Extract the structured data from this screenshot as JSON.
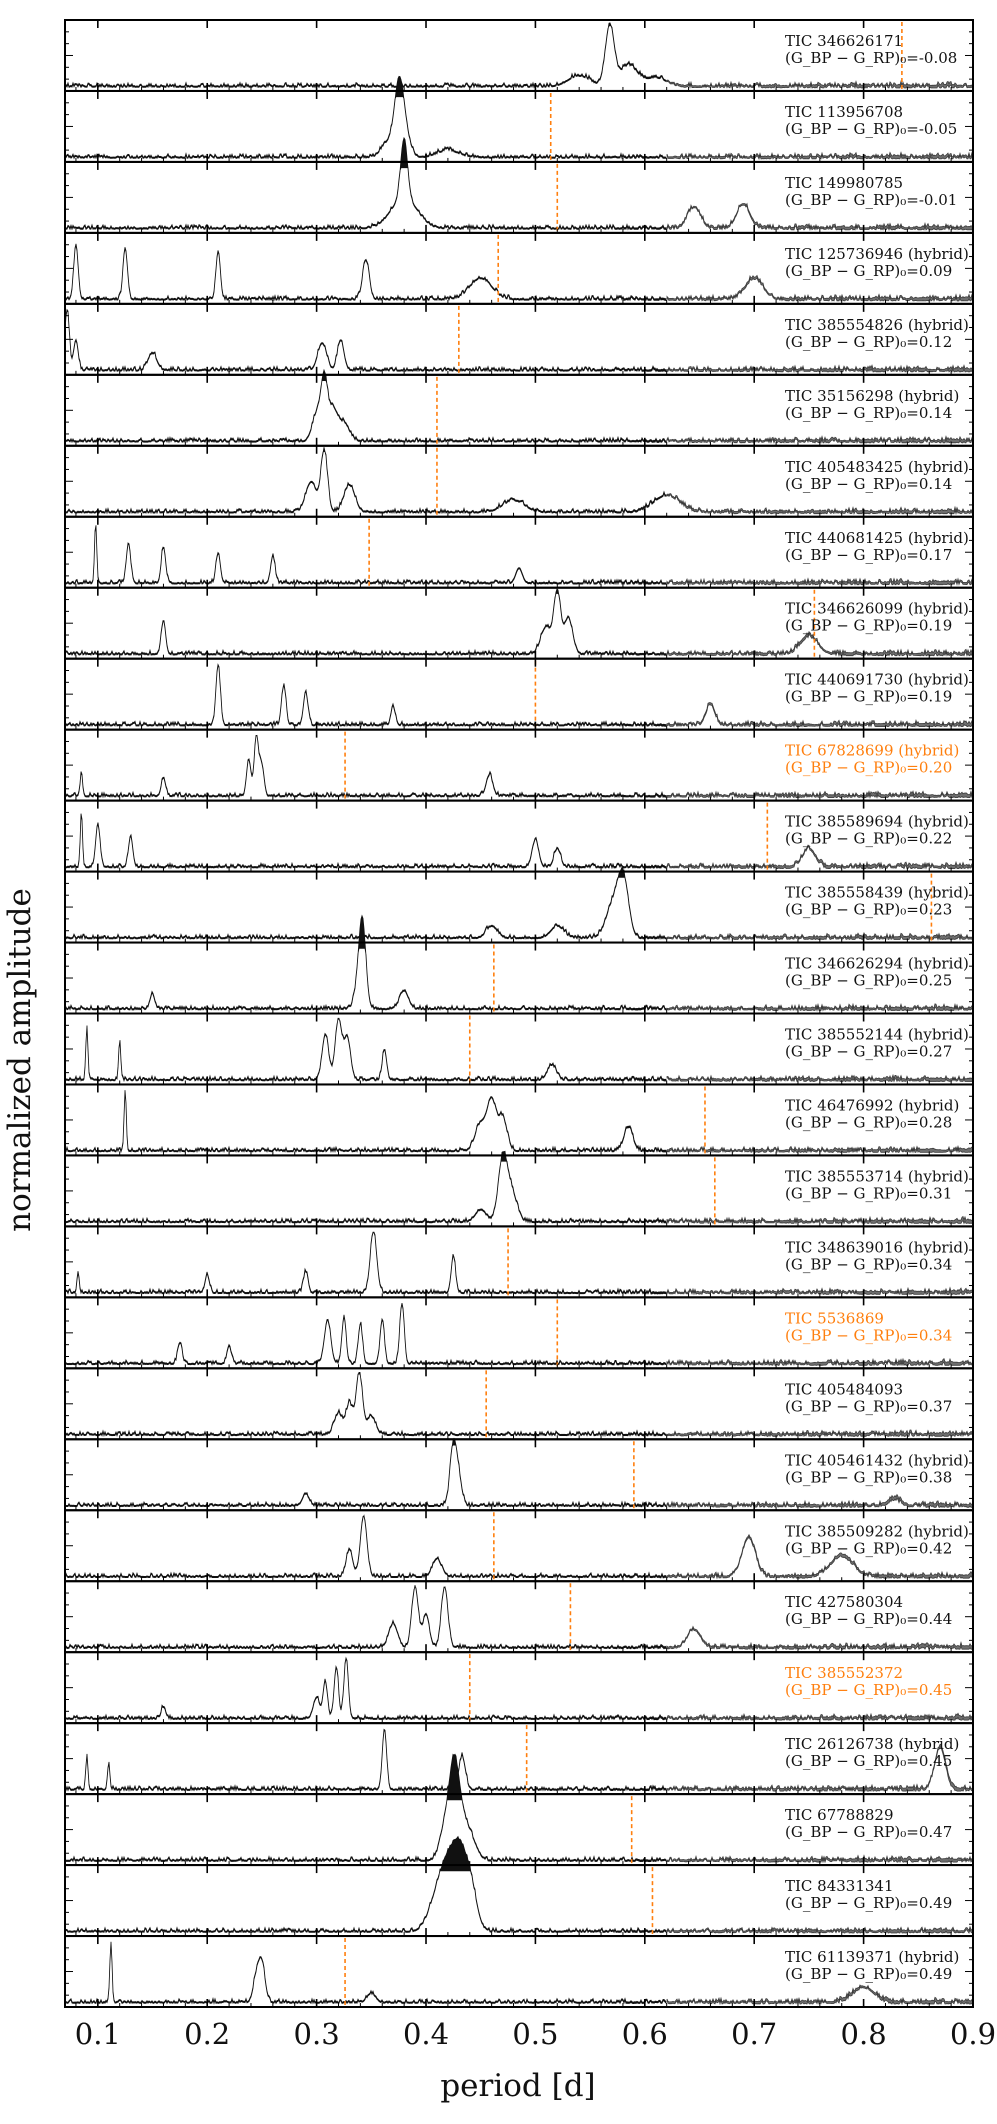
{
  "chart_data": {
    "type": "line",
    "xlabel": "period [d]",
    "ylabel": "normalized amplitude",
    "xlim": [
      0.07,
      0.9
    ],
    "x_ticks": [
      "0.1",
      "0.2",
      "0.3",
      "0.4",
      "0.5",
      "0.6",
      "0.7",
      "0.8",
      "0.9"
    ],
    "colors": {
      "spectrum": "#111111",
      "long_period_fade": "#6e6e6e",
      "marker": "#ff7f0e",
      "highlight_label": "#ff7f0e",
      "label": "#111111"
    },
    "panels": [
      {
        "name": "TIC 346626171",
        "color_index": "(G_BP − G_RP)₀=-0.08",
        "marker_period": 0.835,
        "highlight": false,
        "peaks": [
          [
            0.568,
            1.0,
            0.004
          ],
          [
            0.585,
            0.35,
            0.008
          ],
          [
            0.54,
            0.18,
            0.01
          ],
          [
            0.61,
            0.15,
            0.01
          ]
        ]
      },
      {
        "name": "TIC 113956708",
        "color_index": "(G_BP − G_RP)₀=-0.05",
        "marker_period": 0.514,
        "highlight": false,
        "peaks": [
          [
            0.375,
            1.0,
            0.004
          ],
          [
            0.38,
            0.45,
            0.005
          ],
          [
            0.365,
            0.25,
            0.006
          ],
          [
            0.42,
            0.12,
            0.01
          ]
        ]
      },
      {
        "name": "TIC 149980785",
        "color_index": "(G_BP − G_RP)₀=-0.01",
        "marker_period": 0.52,
        "highlight": false,
        "peaks": [
          [
            0.38,
            1.0,
            0.003
          ],
          [
            0.38,
            0.5,
            0.012
          ],
          [
            0.645,
            0.35,
            0.006
          ],
          [
            0.69,
            0.4,
            0.006
          ]
        ]
      },
      {
        "name": "TIC 125736946 (hybrid)",
        "color_index": "(G_BP − G_RP)₀=0.09",
        "marker_period": 0.466,
        "highlight": false,
        "peaks": [
          [
            0.08,
            0.9,
            0.002
          ],
          [
            0.125,
            0.85,
            0.002
          ],
          [
            0.21,
            0.8,
            0.002
          ],
          [
            0.345,
            0.65,
            0.003
          ],
          [
            0.45,
            0.35,
            0.01
          ],
          [
            0.7,
            0.35,
            0.008
          ]
        ]
      },
      {
        "name": "TIC 385554826 (hybrid)",
        "color_index": "(G_BP − G_RP)₀=0.12",
        "marker_period": 0.43,
        "highlight": false,
        "peaks": [
          [
            0.072,
            1.0,
            0.002
          ],
          [
            0.08,
            0.5,
            0.002
          ],
          [
            0.15,
            0.28,
            0.004
          ],
          [
            0.305,
            0.45,
            0.004
          ],
          [
            0.322,
            0.5,
            0.003
          ]
        ]
      },
      {
        "name": "TIC 35156298 (hybrid)",
        "color_index": "(G_BP − G_RP)₀=0.14",
        "marker_period": 0.41,
        "highlight": false,
        "peaks": [
          [
            0.307,
            1.0,
            0.003
          ],
          [
            0.3,
            0.45,
            0.004
          ],
          [
            0.315,
            0.5,
            0.004
          ],
          [
            0.325,
            0.3,
            0.005
          ]
        ]
      },
      {
        "name": "TIC 405483425 (hybrid)",
        "color_index": "(G_BP − G_RP)₀=0.14",
        "marker_period": 0.41,
        "highlight": false,
        "peaks": [
          [
            0.307,
            1.0,
            0.003
          ],
          [
            0.295,
            0.5,
            0.005
          ],
          [
            0.33,
            0.45,
            0.005
          ],
          [
            0.62,
            0.28,
            0.012
          ],
          [
            0.48,
            0.2,
            0.01
          ]
        ]
      },
      {
        "name": "TIC 440681425 (hybrid)",
        "color_index": "(G_BP − G_RP)₀=0.17",
        "marker_period": 0.348,
        "highlight": false,
        "peaks": [
          [
            0.098,
            1.0,
            0.001
          ],
          [
            0.128,
            0.65,
            0.002
          ],
          [
            0.16,
            0.6,
            0.002
          ],
          [
            0.21,
            0.5,
            0.002
          ],
          [
            0.26,
            0.45,
            0.002
          ],
          [
            0.485,
            0.25,
            0.003
          ]
        ]
      },
      {
        "name": "TIC 346626099 (hybrid)",
        "color_index": "(G_BP − G_RP)₀=0.19",
        "marker_period": 0.755,
        "highlight": false,
        "peaks": [
          [
            0.52,
            1.0,
            0.003
          ],
          [
            0.53,
            0.6,
            0.004
          ],
          [
            0.51,
            0.45,
            0.005
          ],
          [
            0.16,
            0.55,
            0.002
          ],
          [
            0.75,
            0.3,
            0.008
          ]
        ]
      },
      {
        "name": "TIC 440691730 (hybrid)",
        "color_index": "(G_BP − G_RP)₀=0.19",
        "marker_period": 0.5,
        "highlight": false,
        "peaks": [
          [
            0.21,
            1.0,
            0.002
          ],
          [
            0.27,
            0.65,
            0.002
          ],
          [
            0.29,
            0.55,
            0.002
          ],
          [
            0.37,
            0.3,
            0.002
          ],
          [
            0.66,
            0.35,
            0.004
          ]
        ]
      },
      {
        "name": "TIC 67828699 (hybrid)",
        "color_index": "(G_BP − G_RP)₀=0.20",
        "marker_period": 0.326,
        "highlight": true,
        "peaks": [
          [
            0.245,
            1.0,
            0.002
          ],
          [
            0.238,
            0.6,
            0.002
          ],
          [
            0.25,
            0.5,
            0.002
          ],
          [
            0.085,
            0.4,
            0.001
          ],
          [
            0.16,
            0.3,
            0.002
          ],
          [
            0.458,
            0.35,
            0.003
          ]
        ]
      },
      {
        "name": "TIC 385589694 (hybrid)",
        "color_index": "(G_BP − G_RP)₀=0.22",
        "marker_period": 0.712,
        "highlight": false,
        "peaks": [
          [
            0.085,
            0.9,
            0.001
          ],
          [
            0.1,
            0.7,
            0.002
          ],
          [
            0.13,
            0.5,
            0.002
          ],
          [
            0.5,
            0.45,
            0.003
          ],
          [
            0.52,
            0.3,
            0.003
          ],
          [
            0.75,
            0.3,
            0.006
          ]
        ]
      },
      {
        "name": "TIC 385558439 (hybrid)",
        "color_index": "(G_BP − G_RP)₀=0.23",
        "marker_period": 0.862,
        "highlight": false,
        "peaks": [
          [
            0.58,
            1.0,
            0.005
          ],
          [
            0.57,
            0.5,
            0.006
          ],
          [
            0.46,
            0.2,
            0.005
          ],
          [
            0.52,
            0.2,
            0.006
          ]
        ]
      },
      {
        "name": "TIC 346626294 (hybrid)",
        "color_index": "(G_BP − G_RP)₀=0.25",
        "marker_period": 0.462,
        "highlight": false,
        "peaks": [
          [
            0.342,
            1.0,
            0.003
          ],
          [
            0.34,
            0.6,
            0.004
          ],
          [
            0.38,
            0.3,
            0.004
          ],
          [
            0.15,
            0.25,
            0.002
          ]
        ]
      },
      {
        "name": "TIC 385552144 (hybrid)",
        "color_index": "(G_BP − G_RP)₀=0.27",
        "marker_period": 0.44,
        "highlight": false,
        "peaks": [
          [
            0.32,
            1.0,
            0.003
          ],
          [
            0.308,
            0.75,
            0.003
          ],
          [
            0.328,
            0.7,
            0.003
          ],
          [
            0.362,
            0.5,
            0.002
          ],
          [
            0.09,
            0.85,
            0.001
          ],
          [
            0.12,
            0.65,
            0.001
          ],
          [
            0.515,
            0.25,
            0.004
          ]
        ]
      },
      {
        "name": "TIC 46476992 (hybrid)",
        "color_index": "(G_BP − G_RP)₀=0.28",
        "marker_period": 0.655,
        "highlight": false,
        "peaks": [
          [
            0.125,
            1.0,
            0.001
          ],
          [
            0.46,
            0.8,
            0.004
          ],
          [
            0.47,
            0.55,
            0.004
          ],
          [
            0.45,
            0.45,
            0.005
          ],
          [
            0.585,
            0.4,
            0.004
          ]
        ]
      },
      {
        "name": "TIC 385553714 (hybrid)",
        "color_index": "(G_BP − G_RP)₀=0.31",
        "marker_period": 0.664,
        "highlight": false,
        "peaks": [
          [
            0.47,
            1.0,
            0.004
          ],
          [
            0.478,
            0.5,
            0.005
          ],
          [
            0.45,
            0.2,
            0.005
          ]
        ]
      },
      {
        "name": "TIC 348639016 (hybrid)",
        "color_index": "(G_BP − G_RP)₀=0.34",
        "marker_period": 0.475,
        "highlight": false,
        "peaks": [
          [
            0.352,
            1.0,
            0.003
          ],
          [
            0.425,
            0.6,
            0.002
          ],
          [
            0.082,
            0.35,
            0.001
          ],
          [
            0.2,
            0.3,
            0.002
          ],
          [
            0.29,
            0.35,
            0.002
          ]
        ]
      },
      {
        "name": "TIC 5536869",
        "color_index": "(G_BP − G_RP)₀=0.34",
        "marker_period": 0.52,
        "highlight": true,
        "peaks": [
          [
            0.378,
            1.0,
            0.002
          ],
          [
            0.31,
            0.7,
            0.003
          ],
          [
            0.325,
            0.75,
            0.002
          ],
          [
            0.34,
            0.65,
            0.002
          ],
          [
            0.36,
            0.7,
            0.002
          ],
          [
            0.175,
            0.35,
            0.002
          ],
          [
            0.22,
            0.3,
            0.002
          ]
        ]
      },
      {
        "name": "TIC 405484093",
        "color_index": "(G_BP − G_RP)₀=0.37",
        "marker_period": 0.455,
        "highlight": false,
        "peaks": [
          [
            0.339,
            1.0,
            0.003
          ],
          [
            0.33,
            0.5,
            0.003
          ],
          [
            0.32,
            0.35,
            0.004
          ],
          [
            0.35,
            0.3,
            0.004
          ]
        ]
      },
      {
        "name": "TIC 405461432 (hybrid)",
        "color_index": "(G_BP − G_RP)₀=0.38",
        "marker_period": 0.59,
        "highlight": false,
        "peaks": [
          [
            0.425,
            1.0,
            0.003
          ],
          [
            0.43,
            0.4,
            0.003
          ],
          [
            0.29,
            0.2,
            0.003
          ],
          [
            0.828,
            0.12,
            0.005
          ]
        ]
      },
      {
        "name": "TIC 385509282 (hybrid)",
        "color_index": "(G_BP − G_RP)₀=0.42",
        "marker_period": 0.462,
        "highlight": false,
        "peaks": [
          [
            0.343,
            1.0,
            0.003
          ],
          [
            0.695,
            0.65,
            0.006
          ],
          [
            0.33,
            0.45,
            0.003
          ],
          [
            0.41,
            0.3,
            0.004
          ],
          [
            0.78,
            0.35,
            0.01
          ]
        ]
      },
      {
        "name": "TIC 427580304",
        "color_index": "(G_BP − G_RP)₀=0.44",
        "marker_period": 0.532,
        "highlight": false,
        "peaks": [
          [
            0.39,
            1.0,
            0.003
          ],
          [
            0.417,
            1.0,
            0.003
          ],
          [
            0.4,
            0.55,
            0.003
          ],
          [
            0.37,
            0.4,
            0.004
          ],
          [
            0.645,
            0.3,
            0.006
          ]
        ]
      },
      {
        "name": "TIC 385552372",
        "color_index": "(G_BP − G_RP)₀=0.45",
        "marker_period": 0.44,
        "highlight": true,
        "peaks": [
          [
            0.327,
            1.0,
            0.002
          ],
          [
            0.318,
            0.85,
            0.002
          ],
          [
            0.308,
            0.6,
            0.002
          ],
          [
            0.3,
            0.35,
            0.003
          ],
          [
            0.16,
            0.2,
            0.002
          ]
        ]
      },
      {
        "name": "TIC 26126738 (hybrid)",
        "color_index": "(G_BP − G_RP)₀=0.45",
        "marker_period": 0.492,
        "highlight": false,
        "peaks": [
          [
            0.362,
            1.0,
            0.002
          ],
          [
            0.433,
            0.55,
            0.003
          ],
          [
            0.87,
            0.7,
            0.005
          ],
          [
            0.09,
            0.55,
            0.001
          ],
          [
            0.11,
            0.45,
            0.001
          ]
        ]
      },
      {
        "name": "TIC 67788829",
        "color_index": "(G_BP − G_RP)₀=0.47",
        "marker_period": 0.588,
        "highlight": false,
        "peaks": [
          [
            0.425,
            1.0,
            0.004
          ],
          [
            0.43,
            0.8,
            0.005
          ],
          [
            0.418,
            0.6,
            0.005
          ],
          [
            0.44,
            0.4,
            0.006
          ]
        ]
      },
      {
        "name": "TIC 84331341",
        "color_index": "(G_BP − G_RP)₀=0.49",
        "marker_period": 0.607,
        "highlight": false,
        "peaks": [
          [
            0.43,
            1.0,
            0.006
          ],
          [
            0.42,
            0.85,
            0.007
          ],
          [
            0.44,
            0.8,
            0.006
          ],
          [
            0.41,
            0.5,
            0.008
          ]
        ]
      },
      {
        "name": "TIC 61139371 (hybrid)",
        "color_index": "(G_BP − G_RP)₀=0.49",
        "marker_period": 0.326,
        "highlight": false,
        "peaks": [
          [
            0.112,
            1.0,
            0.001
          ],
          [
            0.25,
            0.6,
            0.003
          ],
          [
            0.245,
            0.4,
            0.003
          ],
          [
            0.35,
            0.15,
            0.004
          ],
          [
            0.8,
            0.25,
            0.01
          ]
        ]
      }
    ]
  }
}
